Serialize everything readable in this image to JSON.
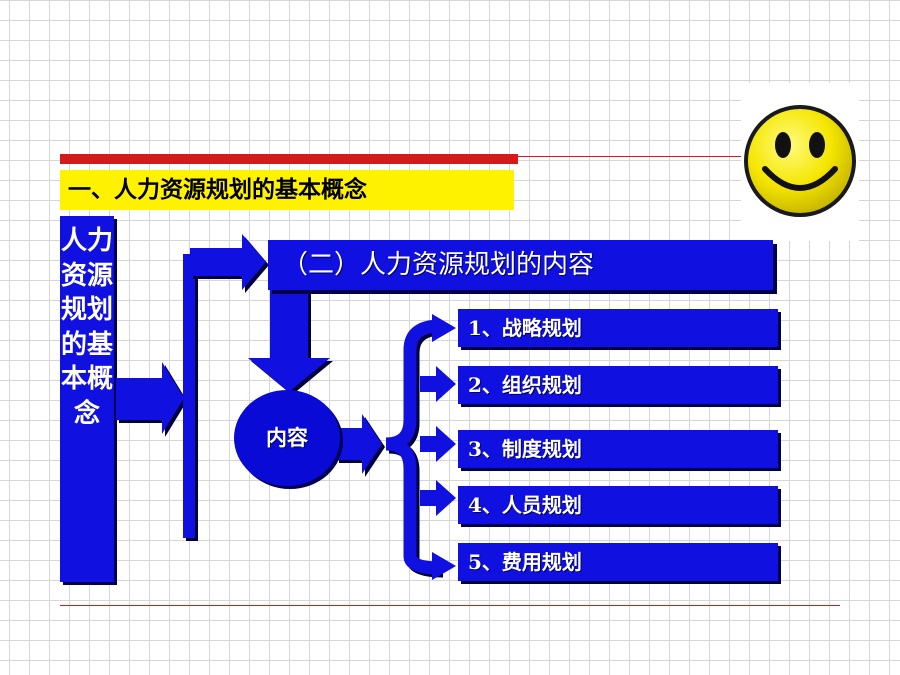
{
  "slide": {
    "title": "一、人力资源规划的基本概念",
    "side_label": "人力资源规划的基本概念",
    "header": "（二）人力资源规划的内容",
    "center_label": "内容",
    "items": [
      {
        "label": "1、战略规划"
      },
      {
        "label": "2、组织规划"
      },
      {
        "label": "3、制度规划"
      },
      {
        "label": "4、人员规划"
      },
      {
        "label": "5、费用规划"
      }
    ]
  },
  "colors": {
    "accent_blue": "#1010e0",
    "title_bg": "#fff200",
    "rule_red": "#d61a1a",
    "smiley_yellow": "#f5e600"
  },
  "icons": {
    "smiley": "smiley-face-icon"
  }
}
